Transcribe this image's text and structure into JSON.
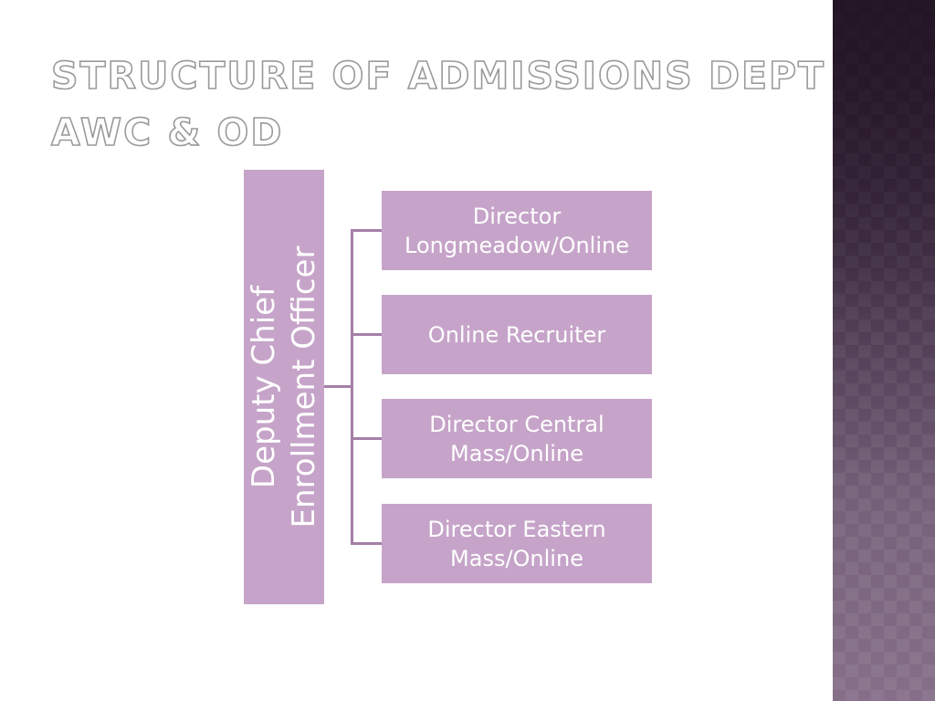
{
  "slide": {
    "title_lines": [
      "Structure of Admissions Dept",
      "AWC & OD"
    ]
  },
  "org_chart": {
    "root": {
      "lines": [
        "Deputy Chief",
        "Enrollment Officer"
      ]
    },
    "children": [
      {
        "lines": [
          "Director",
          "Longmeadow/Online"
        ]
      },
      {
        "lines": [
          "Online Recruiter"
        ]
      },
      {
        "lines": [
          "Director Central",
          "Mass/Online"
        ]
      },
      {
        "lines": [
          "Director Eastern",
          "Mass/Online"
        ]
      }
    ]
  },
  "colors": {
    "box_fill": "#c6a4c9",
    "connector": "#a57fa8",
    "title_outline": "#9a9a9a",
    "band_top": "#231525",
    "band_bottom": "#866f89"
  }
}
